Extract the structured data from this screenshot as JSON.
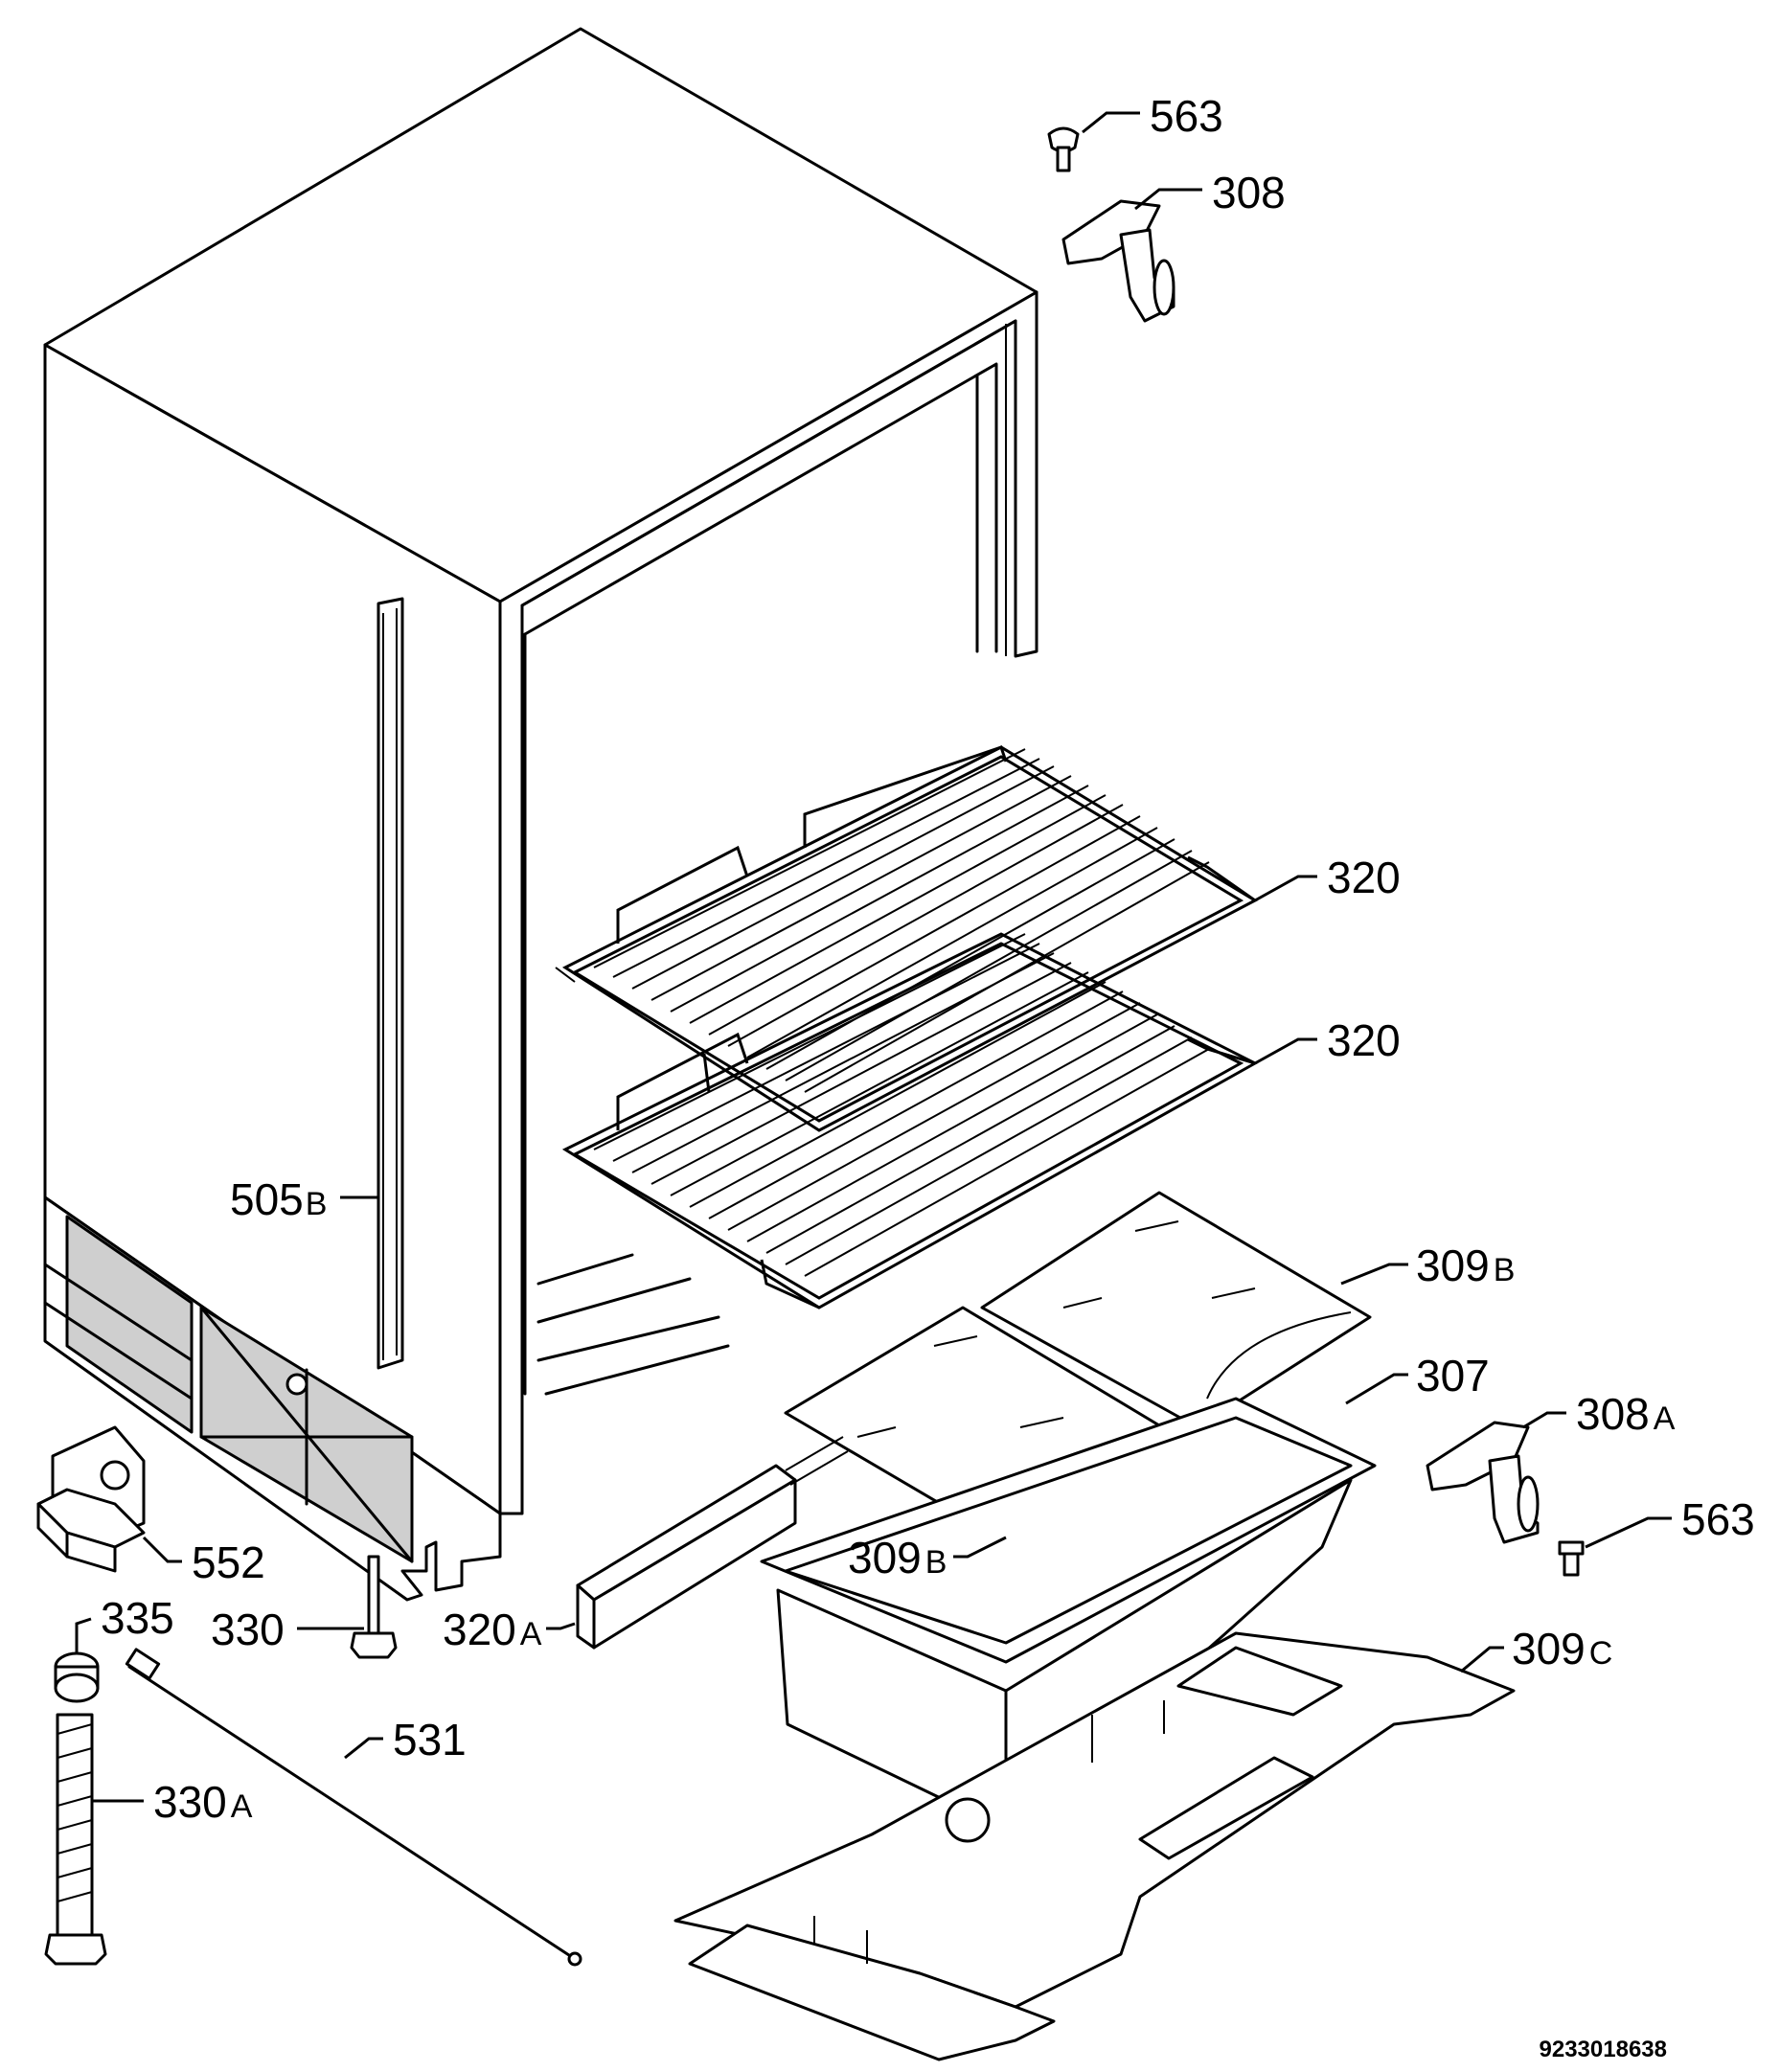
{
  "diagram": {
    "document_number": "9233018638",
    "labels": {
      "p563_top": {
        "num": "563",
        "suffix": ""
      },
      "p308": {
        "num": "308",
        "suffix": ""
      },
      "p320_top": {
        "num": "320",
        "suffix": ""
      },
      "p320_bottom": {
        "num": "320",
        "suffix": ""
      },
      "p505b": {
        "num": "505",
        "suffix": "B"
      },
      "p309b_top": {
        "num": "309",
        "suffix": "B"
      },
      "p307": {
        "num": "307",
        "suffix": ""
      },
      "p308a": {
        "num": "308",
        "suffix": "A"
      },
      "p563_right": {
        "num": "563",
        "suffix": ""
      },
      "p309b_mid": {
        "num": "309",
        "suffix": "B"
      },
      "p552": {
        "num": "552",
        "suffix": ""
      },
      "p330": {
        "num": "330",
        "suffix": ""
      },
      "p320a": {
        "num": "320",
        "suffix": "A"
      },
      "p335": {
        "num": "335",
        "suffix": ""
      },
      "p309c": {
        "num": "309",
        "suffix": "C"
      },
      "p531": {
        "num": "531",
        "suffix": ""
      },
      "p330a": {
        "num": "330",
        "suffix": "A"
      }
    }
  }
}
